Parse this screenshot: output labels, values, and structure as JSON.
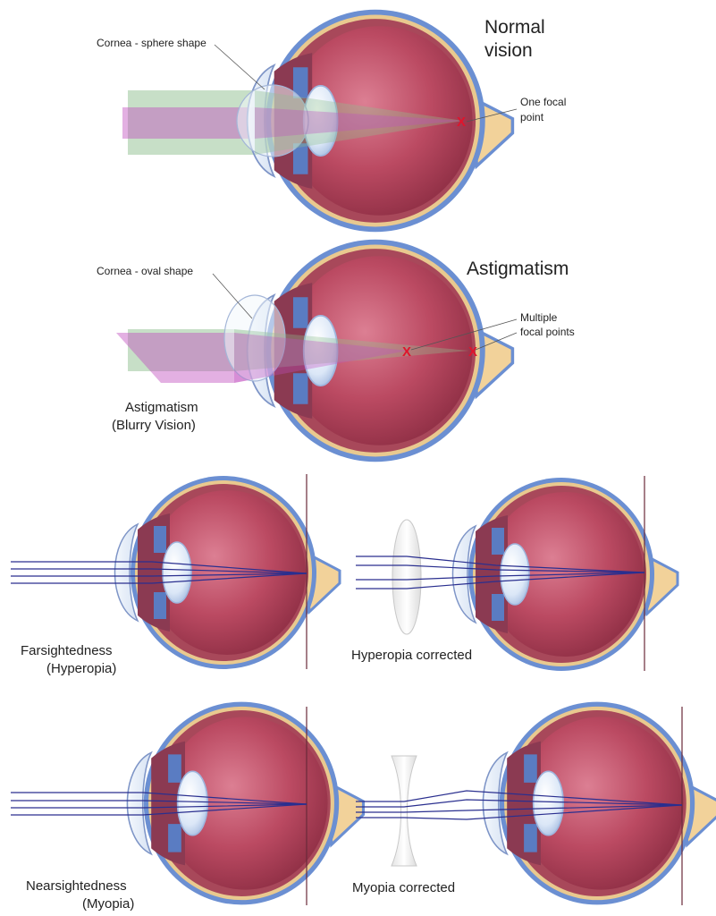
{
  "panels": {
    "normal": {
      "title_line1": "Normal",
      "title_line2": "vision",
      "cornea_label": "Cornea - sphere shape",
      "focal_label_line1": "One focal",
      "focal_label_line2": "point",
      "focal_marker": "X"
    },
    "astigmatism": {
      "title": "Astigmatism",
      "cornea_label": "Cornea - oval shape",
      "focal_label_line1": "Multiple",
      "focal_label_line2": "focal points",
      "focal_marker_1": "X",
      "focal_marker_2": "X",
      "caption_line1": "Astigmatism",
      "caption_line2": "(Blurry Vision)"
    },
    "hyperopia": {
      "caption_line1": "Farsightedness",
      "caption_line2": "(Hyperopia)"
    },
    "hyperopia_corrected": {
      "caption": "Hyperopia corrected"
    },
    "myopia": {
      "caption_line1": "Nearsightedness",
      "caption_line2": "(Myopia)"
    },
    "myopia_corrected": {
      "caption": "Myopia corrected"
    }
  },
  "colors": {
    "sclera": "#6b8fd2",
    "sclera_inner": "#e9c98f",
    "choroid": "#a8485a",
    "vitreous": "#b9475e",
    "vitreous_light": "#d97389",
    "optic_nerve": "#f2d29a",
    "cornea": "#dfe9f7",
    "lens": "#eef4fc",
    "ray_green": "#8fbf8f",
    "ray_magenta": "#c04fbf",
    "ray_blue": "#2a2f8f",
    "focal_red": "#e0142c"
  }
}
